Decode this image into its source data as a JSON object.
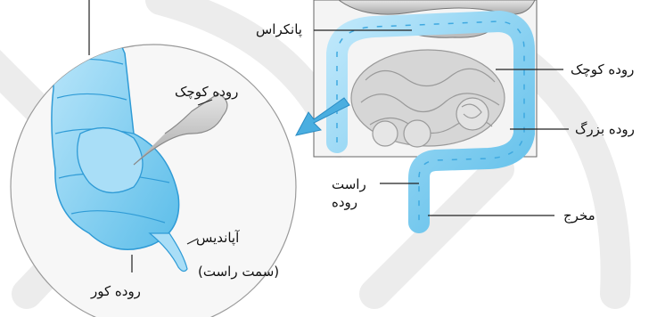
{
  "labels": {
    "pancreas": "پانکراس",
    "small_intestine_right": "روده کوچک",
    "large_intestine": "روده بزرگ",
    "rectum_line1": "راست",
    "rectum_line2": "روده",
    "anus": "مخرج",
    "small_intestine_zoom": "روده کوچک",
    "appendix_line1": "آپاندیس",
    "appendix_line2": "(سمت راست)",
    "cecum": "روده کور"
  },
  "colors": {
    "intestine_blue": "#8fd3f4",
    "intestine_blue_dark": "#3fa9e0",
    "gray_organs": "#c9c9c9",
    "arrow": "#4aaee0",
    "watermark": "#e8e8e8"
  }
}
